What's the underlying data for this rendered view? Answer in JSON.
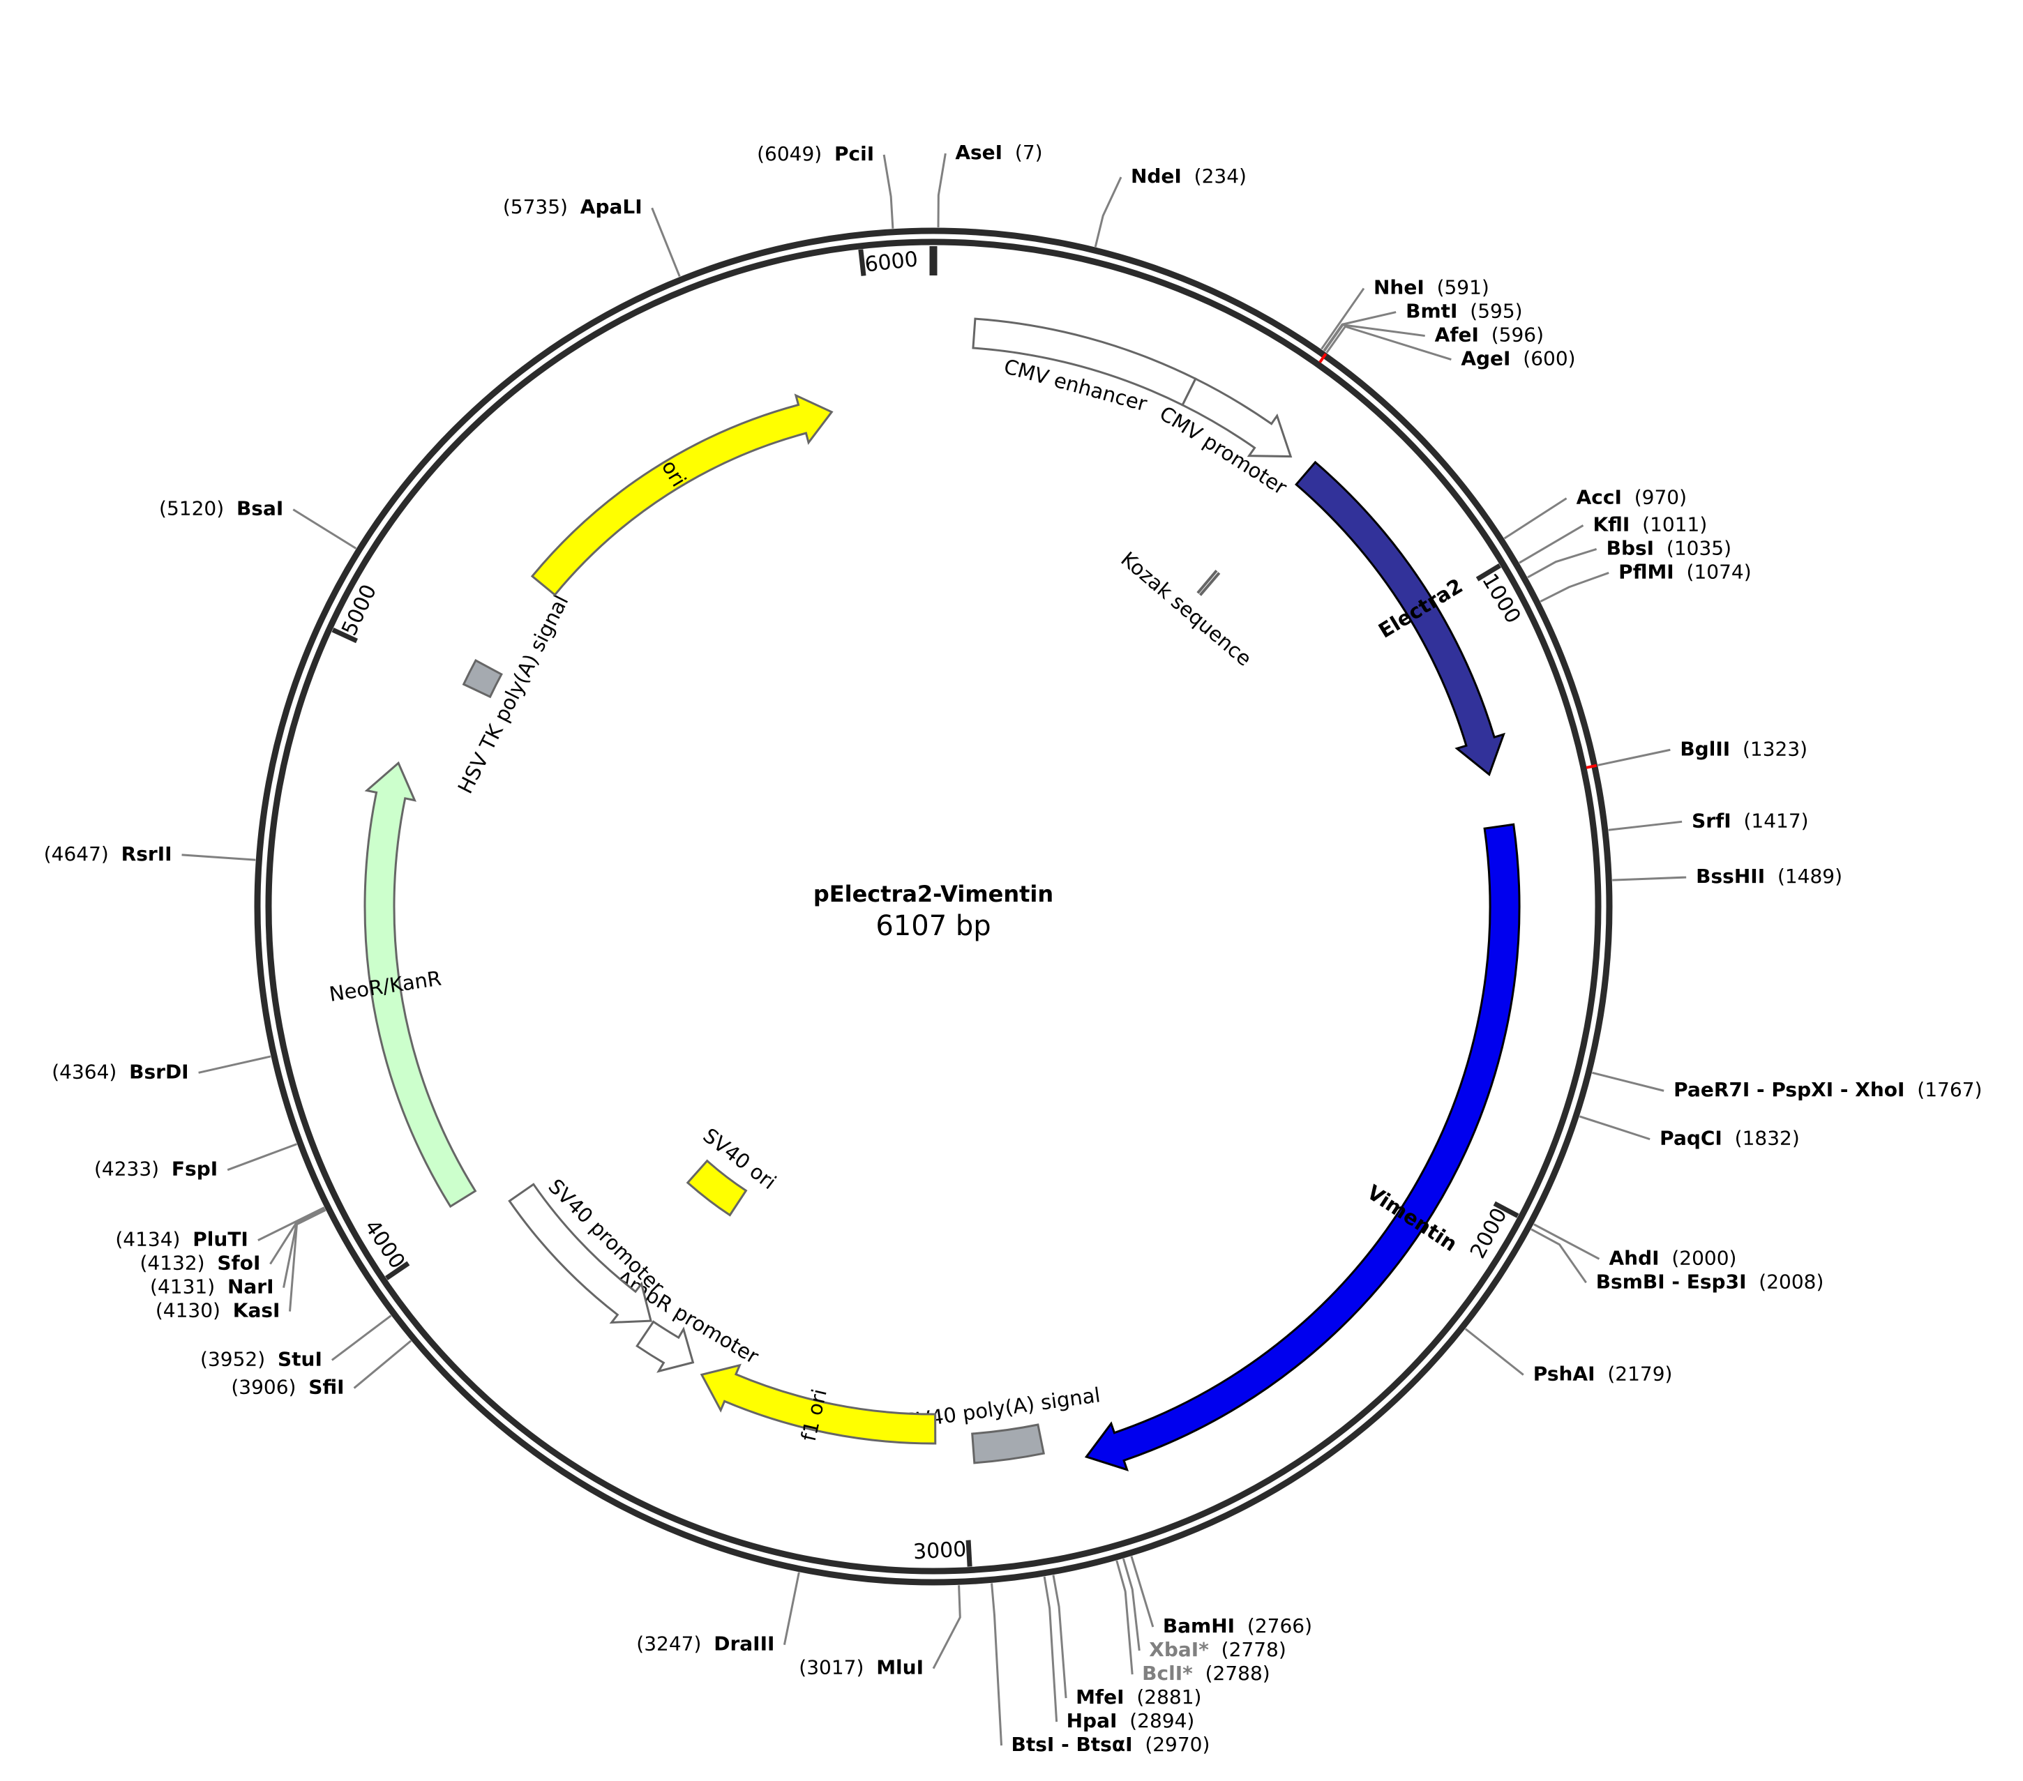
{
  "plasmid": {
    "name": "pElectra2-Vimentin",
    "size_label": "6107 bp",
    "length": 6107
  },
  "colors": {
    "backbone": "#2b2b2b",
    "electra2": "#32329a",
    "vimentin": "#0000ee",
    "ori": "#ffff00",
    "neo": "#ccffcc",
    "signal": "#a5aab0",
    "outline": "#666666",
    "cut_unique": "#ff0000",
    "leader": "#808080"
  },
  "ticks": [
    {
      "label": "1000",
      "bp": 1000
    },
    {
      "label": "2000",
      "bp": 2000
    },
    {
      "label": "3000",
      "bp": 3000
    },
    {
      "label": "4000",
      "bp": 4000
    },
    {
      "label": "5000",
      "bp": 5000
    },
    {
      "label": "6000",
      "bp": 6000
    }
  ],
  "features": [
    {
      "name": "CMV enhancer",
      "start": 69,
      "end": 448,
      "type": "promoter",
      "color": "#ffffff",
      "arrow": false,
      "label": "CMV enhancer"
    },
    {
      "name": "CMV promoter",
      "start": 448,
      "end": 652,
      "type": "promoter",
      "color": "#ffffff",
      "arrow": true,
      "label": "CMV promoter"
    },
    {
      "name": "Kozak sequence",
      "start": 680,
      "end": 689,
      "type": "misc",
      "color": "#ffffff",
      "arrow": false,
      "label": "Kozak sequence"
    },
    {
      "name": "Electra2",
      "start": 690,
      "end": 1300,
      "type": "cds",
      "color": "#32329a",
      "arrow": true,
      "label": "Electra2"
    },
    {
      "name": "Vimentin",
      "start": 1390,
      "end": 2790,
      "type": "cds",
      "color": "#0000ee",
      "arrow": true,
      "label": "Vimentin"
    },
    {
      "name": "SV40 poly(A) signal",
      "start": 2860,
      "end": 2982,
      "type": "signal",
      "color": "#a5aab0",
      "arrow": false,
      "label": "SV40 poly(A) signal"
    },
    {
      "name": "f1 ori",
      "start": 3050,
      "end": 3500,
      "type": "ori",
      "color": "#ffff00",
      "arrow": true,
      "label": "f1 ori"
    },
    {
      "name": "AmpR promoter",
      "start": 3525,
      "end": 3630,
      "type": "promoter",
      "color": "#ffffff",
      "arrow": true,
      "direction": -1,
      "label": "AmpR promoter"
    },
    {
      "name": "SV40 promoter",
      "start": 3635,
      "end": 3990,
      "type": "promoter",
      "color": "#ffffff",
      "arrow": true,
      "direction": -1,
      "label": "SV40 promoter"
    },
    {
      "name": "SV40 ori",
      "start": 3620,
      "end": 3760,
      "type": "ori",
      "color": "#ffff00",
      "arrow": false,
      "label": "SV40 ori"
    },
    {
      "name": "NeoR/KanR",
      "start": 4040,
      "end": 4835,
      "type": "cds",
      "color": "#ccffcc",
      "arrow": true,
      "label": "NeoR/KanR"
    },
    {
      "name": "HSV TK poly(A) signal",
      "start": 5010,
      "end": 5060,
      "type": "signal",
      "color": "#a5aab0",
      "arrow": false,
      "label": "HSV TK poly(A) signal"
    },
    {
      "name": "ori",
      "start": 5250,
      "end": 5910,
      "type": "ori",
      "color": "#ffff00",
      "arrow": true,
      "label": "ori"
    }
  ],
  "sites": [
    {
      "name": "AseI",
      "pos_label": "(7)",
      "bp": 7,
      "side": "right",
      "unique": true
    },
    {
      "name": "NdeI",
      "pos_label": "(234)",
      "bp": 234,
      "side": "right",
      "unique": true
    },
    {
      "name": "NheI",
      "pos_label": "(591)",
      "bp": 591,
      "side": "right",
      "unique": true
    },
    {
      "name": "BmtI",
      "pos_label": "(595)",
      "bp": 595,
      "side": "right",
      "unique": true
    },
    {
      "name": "AfeI",
      "pos_label": "(596)",
      "bp": 596,
      "side": "right",
      "unique": true
    },
    {
      "name": "AgeI",
      "pos_label": "(600)",
      "bp": 600,
      "side": "right",
      "unique": true
    },
    {
      "name": "AccI",
      "pos_label": "(970)",
      "bp": 970,
      "side": "right",
      "unique": true
    },
    {
      "name": "KflI",
      "pos_label": "(1011)",
      "bp": 1011,
      "side": "right",
      "unique": true
    },
    {
      "name": "BbsI",
      "pos_label": "(1035)",
      "bp": 1035,
      "side": "right",
      "unique": true
    },
    {
      "name": "PflMI",
      "pos_label": "(1074)",
      "bp": 1074,
      "side": "right",
      "unique": true
    },
    {
      "name": "BglII",
      "pos_label": "(1323)",
      "bp": 1323,
      "side": "right",
      "unique": true
    },
    {
      "name": "SrfI",
      "pos_label": "(1417)",
      "bp": 1417,
      "side": "right",
      "unique": true
    },
    {
      "name": "BssHII",
      "pos_label": "(1489)",
      "bp": 1489,
      "side": "right",
      "unique": true
    },
    {
      "name": "PaeR7I - PspXI - XhoI",
      "pos_label": "(1767)",
      "bp": 1767,
      "side": "right",
      "unique": true
    },
    {
      "name": "PaqCI",
      "pos_label": "(1832)",
      "bp": 1832,
      "side": "right",
      "unique": true
    },
    {
      "name": "AhdI",
      "pos_label": "(2000)",
      "bp": 2000,
      "side": "right",
      "unique": true
    },
    {
      "name": "BsmBI - Esp3I",
      "pos_label": "(2008)",
      "bp": 2008,
      "side": "right",
      "unique": true
    },
    {
      "name": "PshAI",
      "pos_label": "(2179)",
      "bp": 2179,
      "side": "right",
      "unique": true
    },
    {
      "name": "BamHI",
      "pos_label": "(2766)",
      "bp": 2766,
      "side": "right",
      "unique": true
    },
    {
      "name": "XbaI*",
      "pos_label": "(2778)",
      "bp": 2778,
      "side": "right",
      "unique": false
    },
    {
      "name": "BclI*",
      "pos_label": "(2788)",
      "bp": 2788,
      "side": "right",
      "unique": false
    },
    {
      "name": "MfeI",
      "pos_label": "(2881)",
      "bp": 2881,
      "side": "right",
      "unique": true
    },
    {
      "name": "HpaI",
      "pos_label": "(2894)",
      "bp": 2894,
      "side": "right",
      "unique": true
    },
    {
      "name": "BtsI - BtsαI",
      "pos_label": "(2970)",
      "bp": 2970,
      "side": "right",
      "unique": true
    },
    {
      "name": "MluI",
      "pos_label": "(3017)",
      "bp": 3017,
      "side": "left",
      "unique": true
    },
    {
      "name": "DraIII",
      "pos_label": "(3247)",
      "bp": 3247,
      "side": "left",
      "unique": true
    },
    {
      "name": "SfiI",
      "pos_label": "(3906)",
      "bp": 3906,
      "side": "left",
      "unique": true
    },
    {
      "name": "StuI",
      "pos_label": "(3952)",
      "bp": 3952,
      "side": "left",
      "unique": true
    },
    {
      "name": "KasI",
      "pos_label": "(4130)",
      "bp": 4130,
      "side": "left",
      "unique": true
    },
    {
      "name": "NarI",
      "pos_label": "(4131)",
      "bp": 4131,
      "side": "left",
      "unique": true
    },
    {
      "name": "SfoI",
      "pos_label": "(4132)",
      "bp": 4132,
      "side": "left",
      "unique": true
    },
    {
      "name": "PluTI",
      "pos_label": "(4134)",
      "bp": 4134,
      "side": "left",
      "unique": true
    },
    {
      "name": "FspI",
      "pos_label": "(4233)",
      "bp": 4233,
      "side": "left",
      "unique": true
    },
    {
      "name": "BsrDI",
      "pos_label": "(4364)",
      "bp": 4364,
      "side": "left",
      "unique": true
    },
    {
      "name": "RsrII",
      "pos_label": "(4647)",
      "bp": 4647,
      "side": "left",
      "unique": true
    },
    {
      "name": "BsaI",
      "pos_label": "(5120)",
      "bp": 5120,
      "side": "left",
      "unique": true
    },
    {
      "name": "ApaLI",
      "pos_label": "(5735)",
      "bp": 5735,
      "side": "left",
      "unique": true
    },
    {
      "name": "PciI",
      "pos_label": "(6049)",
      "bp": 6049,
      "side": "left",
      "unique": true
    }
  ]
}
